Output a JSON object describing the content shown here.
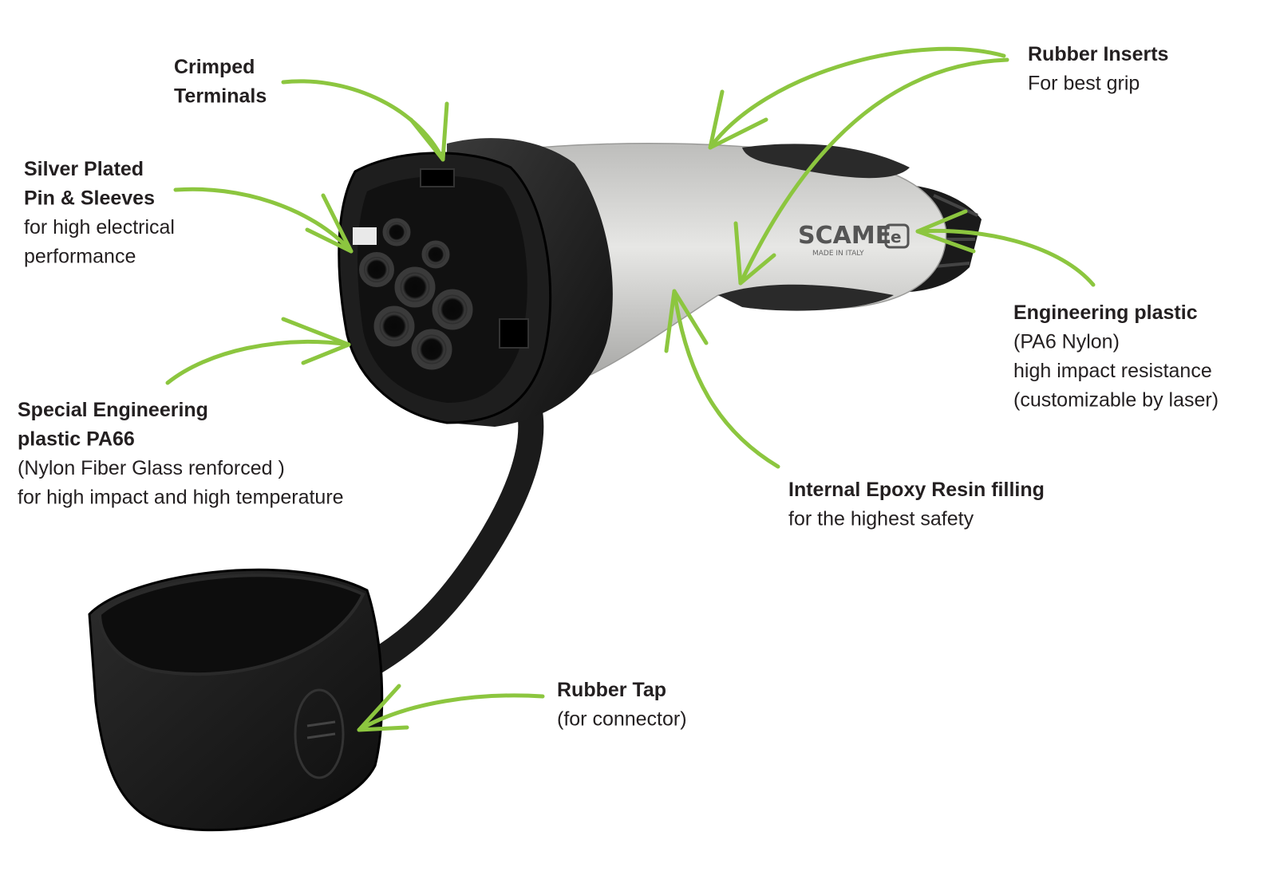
{
  "colors": {
    "arrow": "#8cc63f",
    "plug_body": "#1d1d1d",
    "handle": "#d3d3d1",
    "text": "#231f20"
  },
  "brand": {
    "logo_text": "SCAME",
    "made_in": "MADE IN ITALY",
    "logo_badge": "e"
  },
  "callouts": {
    "crimped": {
      "title": [
        "Crimped",
        "Terminals"
      ],
      "desc": []
    },
    "silver": {
      "title": [
        "Silver Plated",
        "Pin & Sleeves"
      ],
      "desc": [
        "for high electrical",
        "performance"
      ]
    },
    "special": {
      "title": [
        "Special Engineering",
        "plastic PA66"
      ],
      "desc": [
        "(Nylon Fiber Glass renforced )",
        "for high impact and high temperature"
      ]
    },
    "rubber_inserts": {
      "title": [
        "Rubber Inserts"
      ],
      "desc": [
        "For best grip"
      ]
    },
    "eng_plastic": {
      "title": [
        "Engineering plastic"
      ],
      "desc": [
        "(PA6 Nylon)",
        "high impact resistance",
        "(customizable by laser)"
      ]
    },
    "epoxy": {
      "title": [
        "Internal Epoxy Resin filling"
      ],
      "desc": [
        "for the highest safety"
      ]
    },
    "tap": {
      "title": [
        "Rubber Tap"
      ],
      "desc": [
        "(for connector)"
      ]
    }
  }
}
